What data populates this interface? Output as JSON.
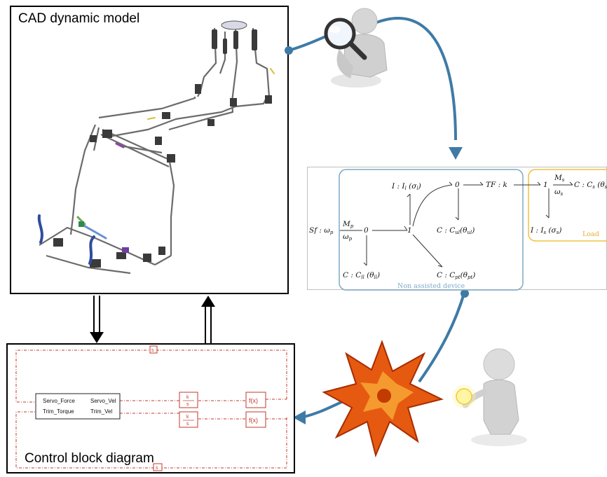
{
  "cad_panel": {
    "title": "CAD dynamic model"
  },
  "control_panel": {
    "title": "Control block diagram",
    "block": {
      "inputs": [
        "Servo_Force",
        "Trim_Torque"
      ],
      "outputs": [
        "Servo_Vel",
        "Trim_Vel"
      ]
    },
    "gain_top": "k",
    "gain_bottom": "s",
    "func_label": "f(x)",
    "small_block_label": "s"
  },
  "bond_graph": {
    "source": "Sf : ω",
    "source_sub": "p",
    "mp_top": "M",
    "mp_sub": "p",
    "omega_p": "ω",
    "omega_p_sub": "p",
    "zero_left": "0",
    "one_mid": "1",
    "i_l": "I : I",
    "i_l_sub": "l",
    "sigma_l": "(σ",
    "sigma_l_sub": "l",
    "zero_top": "0",
    "tf": "TF : k",
    "one_right": "1",
    "ms_top": "M",
    "ms_sub": "s",
    "omega_s": "ω",
    "omega_s_sub": "s",
    "c_s": "C : C",
    "c_s_sub": "s",
    "theta_s": "(θ",
    "theta_s_sub": "s",
    "c_ll": "C : C",
    "c_ll_sub": "ll",
    "theta_ll": "(θ",
    "theta_ll_sub": "ll",
    "c_ul": "C : C",
    "c_ul_sub": "ul",
    "theta_ul": "(θ",
    "theta_ul_sub": "ul",
    "c_pt": "C : C",
    "c_pt_sub": "pt",
    "theta_pt": "(θ",
    "theta_pt_sub": "pt",
    "i_s": "I : I",
    "i_s_sub": "s",
    "sigma_s": "(σ",
    "sigma_s_sub": "s",
    "non_assisted_label": "Non assisted device",
    "load_label": "Load",
    "colors": {
      "non_assisted": "#7fa9c6",
      "load": "#f0c040"
    }
  },
  "colors": {
    "arrow": "#3f7aa6",
    "red": "#c0392b"
  }
}
